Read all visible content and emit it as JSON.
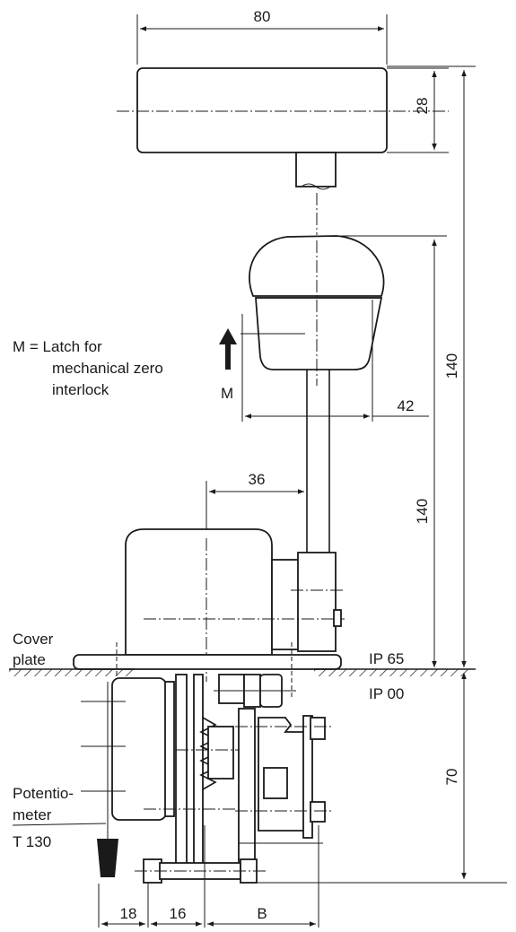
{
  "dimensions": {
    "d80": "80",
    "d28": "28",
    "d140_total": "140",
    "d42": "42",
    "d36": "36",
    "d140_lever": "140",
    "d70": "70",
    "d18": "18",
    "d16": "16",
    "dB": "B"
  },
  "labels": {
    "latch_legend_line1": "M = Latch for",
    "latch_legend_line2": "mechanical zero",
    "latch_legend_line3": "interlock",
    "latch_marker": "M",
    "cover_plate_line1": "Cover",
    "cover_plate_line2": "plate",
    "ip65": "IP 65",
    "ip00": "IP 00",
    "potentiometer_line1": "Potentio-",
    "potentiometer_line2": "meter",
    "t130": "T 130"
  }
}
